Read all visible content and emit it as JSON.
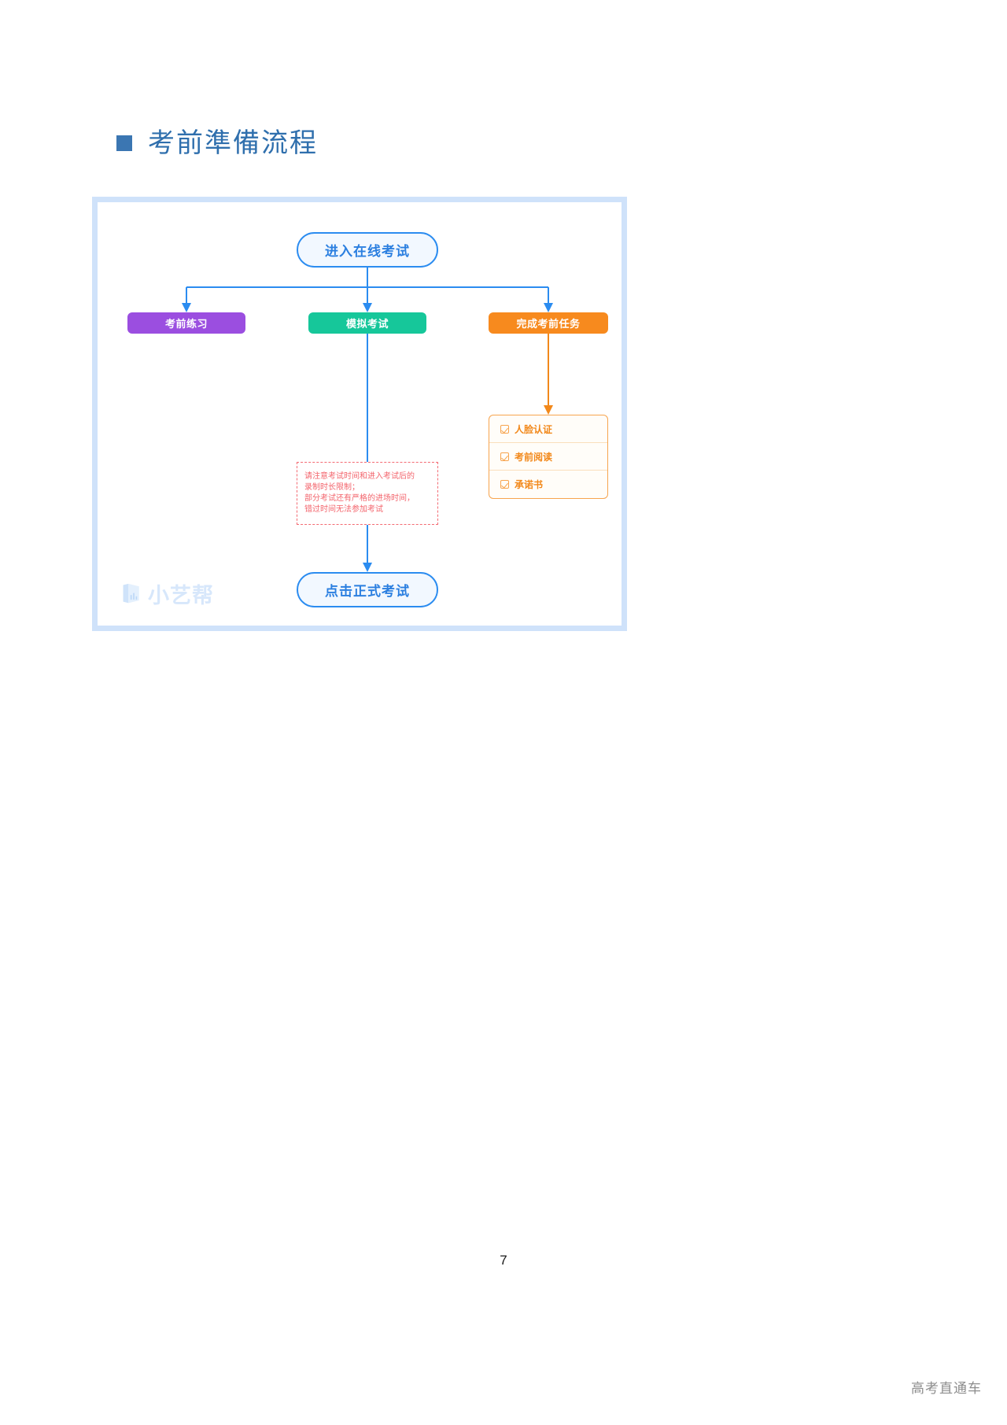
{
  "heading": {
    "bullet_icon": "square-bullet-icon",
    "title": "考前準備流程",
    "color": "#2f6fad"
  },
  "flow": {
    "start_node": {
      "label": "进入在线考试",
      "border_color": "#2b8cf0",
      "text_color": "#2b7fe0"
    },
    "branches": [
      {
        "label": "考前练习",
        "color": "#9b4ee0"
      },
      {
        "label": "模拟考试",
        "color": "#16c79a"
      },
      {
        "label": "完成考前任务",
        "color": "#f78a1e"
      }
    ],
    "warning": {
      "text": "请注意考试时间和进入考试后的\n录制时长限制；\n部分考试还有严格的进场时间，\n错过时间无法参加考试",
      "color": "#f3646c"
    },
    "checklist": {
      "color": "#f2881a",
      "items": [
        {
          "label": "人脸认证",
          "checked": true
        },
        {
          "label": "考前阅读",
          "checked": true
        },
        {
          "label": "承诺书",
          "checked": true
        }
      ]
    },
    "end_node": {
      "label": "点击正式考试",
      "border_color": "#2b8cf0",
      "text_color": "#2b7fe0"
    },
    "connector_color": "#2b8cf0"
  },
  "watermark": {
    "logo_icon": "xiaoyibang-logo-icon",
    "text": "小艺帮",
    "color": "#d7e7fb"
  },
  "page_number": "7",
  "footer_brand": "高考直通车"
}
